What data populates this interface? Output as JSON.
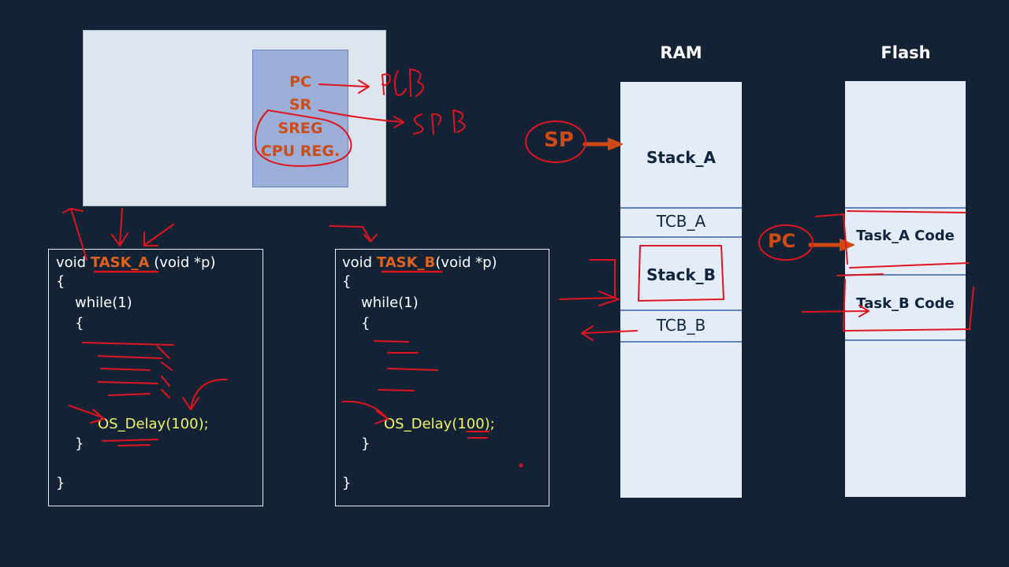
{
  "cpu": {
    "registers": [
      "PC",
      "SR",
      "SREG",
      "CPU REG."
    ]
  },
  "task_a": {
    "line1_prefix": "void ",
    "name": "TASK_A",
    "signature": " (void *p)",
    "open_brace": "{",
    "while": "while(1)",
    "inner_open": "{",
    "delay": "OS_Delay(100);",
    "inner_close": "}",
    "close_brace": "}"
  },
  "task_b": {
    "line1_prefix": "void ",
    "name": "TASK_B",
    "signature": "(void *p)",
    "open_brace": "{",
    "while": "while(1)",
    "inner_open": "{",
    "delay": "OS_Delay(100);",
    "inner_close": "}",
    "close_brace": "}"
  },
  "ram": {
    "title": "RAM",
    "regions": [
      "Stack_A",
      "TCB_A",
      "Stack_B",
      "TCB_B"
    ]
  },
  "flash": {
    "title": "Flash",
    "regions": [
      "Task_A Code",
      "Task_B Code"
    ]
  },
  "pointers": {
    "sp": "SP",
    "pc": "PC"
  },
  "colors": {
    "background": "#132235",
    "accent_orange": "#d04a14",
    "code_highlight": "#f3f367",
    "ink_red": "#e0141e",
    "memory_fill": "#e4edf7"
  }
}
